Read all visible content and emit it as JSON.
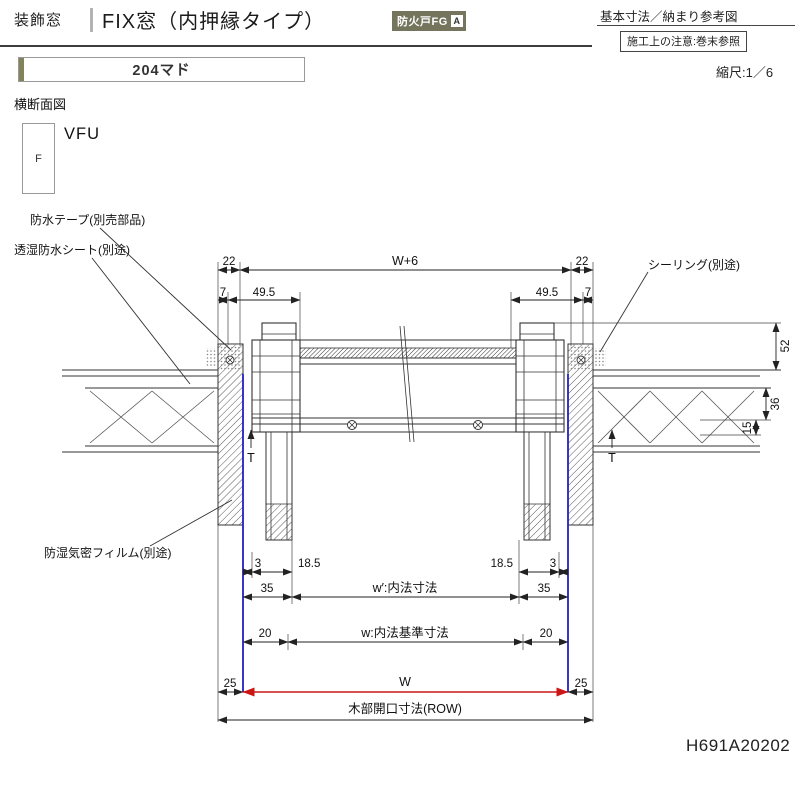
{
  "header": {
    "category": "装飾窓",
    "title": "FIX窓（内押縁タイプ）",
    "badge": "防火戸FG",
    "badge_mark": "A",
    "spec_title": "基本寸法／納まり参考図",
    "note": "施工上の注意:巻末参照"
  },
  "model": {
    "name": "204マド",
    "scale": "縮尺:1／6"
  },
  "section": {
    "view_label": "横断面図",
    "frame_letter": "F",
    "frame_code": "VFU"
  },
  "callouts": {
    "tape": "防水テープ(別売部品)",
    "sheet": "透湿防水シート(別途)",
    "sealing": "シーリング(別途)",
    "film": "防湿気密フィルム(別途)"
  },
  "dims": {
    "top_left_22": "22",
    "top_w6": "W+6",
    "top_right_22": "22",
    "left_7": "7",
    "left_495": "49.5",
    "right_495": "49.5",
    "right_7": "7",
    "v52": "52",
    "v36": "36",
    "v15": "15",
    "t_left": "T",
    "t_right": "T",
    "b3_left": "3",
    "b185_left": "18.5",
    "b185_right": "18.5",
    "b3_right": "3",
    "b35_left": "35",
    "w_inner": "w′:内法寸法",
    "b35_right": "35",
    "b20_left": "20",
    "w_base": "w:内法基準寸法",
    "b20_right": "20",
    "b25_left": "25",
    "w_total": "W",
    "b25_right": "25",
    "row": "木部開口寸法(ROW)"
  },
  "drawing_number": "H691A20202",
  "colors": {
    "accent_blue": "#2020c8",
    "accent_red": "#cc1616",
    "olive": "#83835a"
  }
}
